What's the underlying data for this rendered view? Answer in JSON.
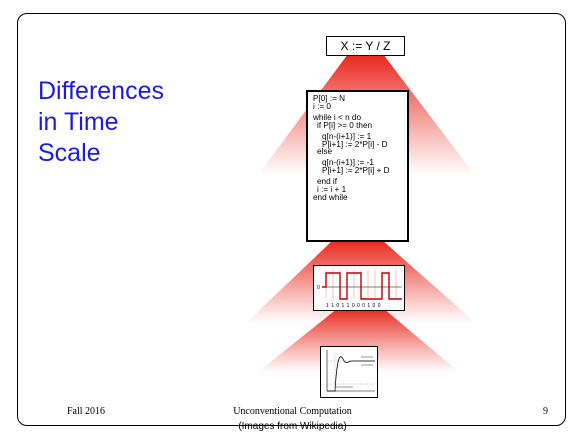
{
  "slide": {
    "title_lines": [
      "Differences",
      "in Time",
      "Scale"
    ],
    "equation": "X := Y / Z",
    "code_lines": [
      "P[0] := N",
      "i := 0",
      "while i < n do",
      "if P[i] >= 0 then",
      "q[n-(i+1)] := 1",
      "P[i+1] := 2*P[i] - D",
      "else",
      "q[n-(i+1)] := -1",
      "P[i+1] := 2*P[i] + D",
      "end if",
      "i := i + 1",
      "end while"
    ],
    "signal_axis_label": "0",
    "signal_bits": "1 1 0 1 1 0 0 0 1 0 0",
    "images": [
      {
        "name": "digital-signal-waveform",
        "description": "square wave digital signal"
      },
      {
        "name": "step-response-plot",
        "description": "analog step response curve"
      }
    ],
    "footer": {
      "left": "Fall 2016",
      "center": "Unconventional Computation",
      "right": "9",
      "credit": "(Images from Wikipedia)"
    },
    "colors": {
      "title": "#1a1ae6",
      "beam": "#e8261c"
    }
  }
}
